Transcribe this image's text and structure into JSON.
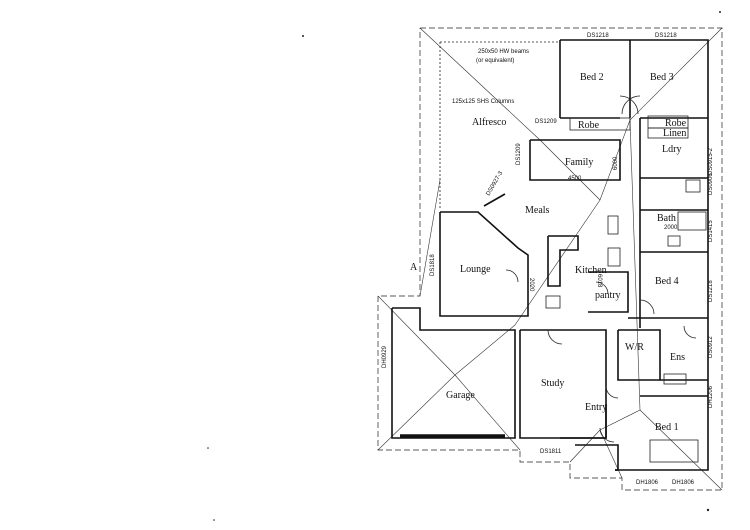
{
  "rooms": {
    "bed2": "Bed 2",
    "bed3": "Bed 3",
    "robe_top": "Robe",
    "robe_right": "Robe",
    "linen": "Linen",
    "alfresco": "Alfresco",
    "family": "Family",
    "ldry": "Ldry",
    "meals": "Meals",
    "bath": "Bath",
    "lounge": "Lounge",
    "kitchen": "Kitchen",
    "pantry": "pantry",
    "bed4": "Bed 4",
    "wr": "W/R",
    "ens": "Ens",
    "garage": "Garage",
    "study": "Study",
    "entry": "Entry",
    "bed1": "Bed 1"
  },
  "notes": {
    "beams_1": "250x50 HW beams",
    "beams_2": "(or equivalent)",
    "columns": "125x125 SHS Columns",
    "section_marker": "A",
    "dim_4500": "4500",
    "dim_2000": "2000",
    "dim_2020": "2020",
    "dim_6000": "6000",
    "dim_6018": "6018"
  },
  "codes": {
    "ds1218_a": "DS1218",
    "ds1218_b": "DS1218",
    "ds1209": "DS1209",
    "ds1209_v": "DS1209",
    "ds0915": "DS0915-2",
    "ds0906": "DS0906",
    "ds0927": "DS0927-3",
    "ds1818": "DS1818",
    "ds1415": "DS1415",
    "ds1218_c": "DS1218",
    "dh0929": "DH0929",
    "ds0912": "DS0912",
    "dh1206": "DH1206",
    "ds1811": "DS1811",
    "dh1806_a": "DH1806",
    "dh1806_b": "DH1806"
  }
}
